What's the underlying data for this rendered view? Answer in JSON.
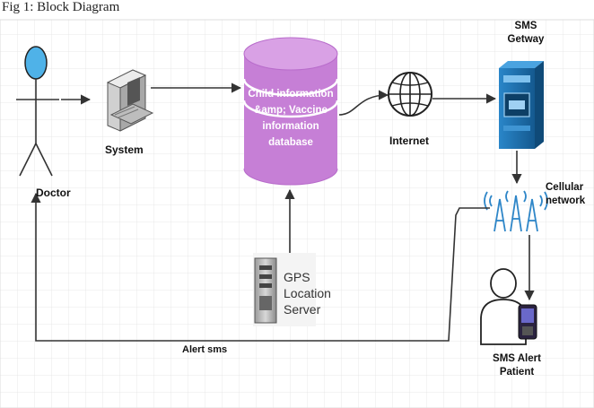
{
  "caption": "Fig 1: Block Diagram",
  "doctor": {
    "label": "Doctor"
  },
  "system": {
    "label": "System"
  },
  "database": {
    "lines": [
      "Child information",
      "&amp; Vaccine",
      "information",
      "database"
    ]
  },
  "internet": {
    "label": "Internet"
  },
  "sms_gateway": {
    "lines": [
      "SMS",
      "Getway"
    ]
  },
  "cellular_network": {
    "lines": [
      "Cellular",
      "network"
    ]
  },
  "gps_server": {
    "lines": [
      "GPS",
      "Location",
      "Server"
    ]
  },
  "patient": {
    "lines": [
      "SMS Alert",
      "Patient"
    ]
  },
  "alert_sms": {
    "label": "Alert sms"
  },
  "colors": {
    "actor_head": "#4fb2e8",
    "database": "#c67fd6",
    "gateway": "#1e6fb0",
    "antenna": "#2e86c8",
    "edges": "#333333"
  },
  "icons": [
    "user-icon",
    "computer-icon",
    "database-icon",
    "globe-icon",
    "gateway-icon",
    "antenna-icon",
    "server-icon",
    "patient-icon",
    "phone-icon"
  ]
}
